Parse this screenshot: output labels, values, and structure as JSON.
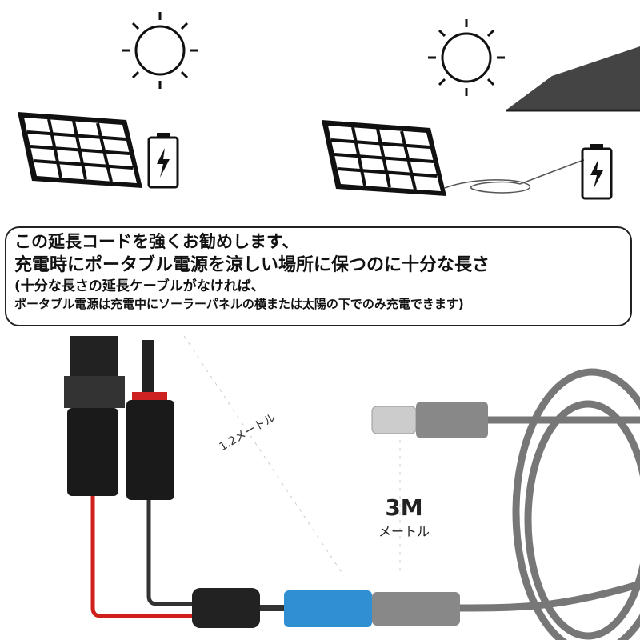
{
  "notice": {
    "line1": "この延長コードを強くお勧めします、",
    "line2": "充電時にポータブル電源を涼しい場所に保つのに十分な長さ",
    "line3": "(十分な長さの延長ケーブルがなければ、",
    "line4": "ポータブル電源は充電中にソーラーパネルの横または太陽の下でのみ充電できます)"
  },
  "labels": {
    "short_cable": "1.2メートル",
    "long_cable_value": "3M",
    "long_cable_unit": "メートル"
  },
  "colors": {
    "red_wire": "#d0201c",
    "blue_connector": "#2f8fd0",
    "cable_gray": "#7a7a7a"
  }
}
